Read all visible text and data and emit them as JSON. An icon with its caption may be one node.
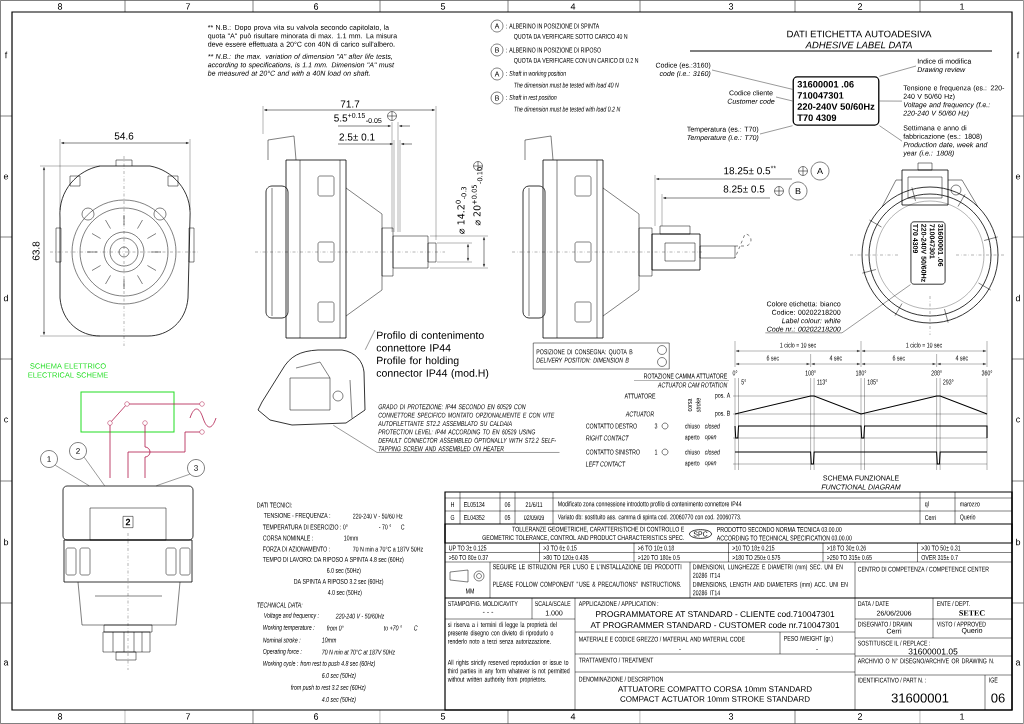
{
  "diagram": {
    "nodes": [
      {
        "text": [
          "31600001 .06",
          "710047301",
          "220-240V 50/60Hz",
          "T70 4309"
        ]
      },
      {
        "text": [
          "Codice (es.:3160)",
          "code (i.e.: 3160)"
        ]
      },
      {
        "text": [
          "Codice cliente",
          "Customer code"
        ]
      },
      {
        "text": [
          "Temperatura (es.: T70)",
          "Temperature (i.e.: T70)"
        ]
      },
      {
        "text": [
          "Indice di modifica",
          "Drawing review"
        ]
      },
      {
        "text": [
          "Tensione e frequenza (es.: 220-240 V 50/60 Hz)",
          "Voltage and frequency (f.e.: 220-240 V 50/60 Hz)"
        ]
      },
      {
        "text": [
          "Settimana e anno di fabbricazione (es.: 1808)",
          "Production date, week and year (i.e.: 1808)"
        ]
      },
      {
        "text": [
          "Colore etichetta: bianco",
          "Codice: 00202218200",
          "Label colour: white",
          "Code nr.: 00202218200"
        ]
      },
      {
        "text": [
          "Profilo di contenimento connettore IP44",
          "Profile for holding connector IP44 (mod.H)"
        ]
      },
      {
        "text": [
          "GRADO DI PROTEZIONE: IP44 SECONDO EN 60529 CON CONNETTORE SPECIFICO MONTATO OPZIONALMENTE E CON VITE AUTOFILETTANTE ST2.2 ASSEMBLATO SU CALDAIA",
          "PROTECTION LEVEL: IP44 ACCORDING TO EN 60529 USING DEFAULT CONNECTOR ASSEMBLED OPTIONALLY WITH ST2.2 SELF-TAPPING SCREW AND ASSEMBLED ON HEATER"
        ]
      },
      {
        "text": [
          "1"
        ]
      },
      {
        "text": [
          "2"
        ]
      },
      {
        "text": [
          "3"
        ]
      },
      {
        "text": [
          "A"
        ],
        "beside": [
          ": ALBERINO IN POSIZIONE DI SPINTA",
          "QUOTA DA VERIFICARE SOTTO CARICO 40 N"
        ]
      },
      {
        "text": [
          "B"
        ],
        "beside": [
          ": ALBERINO IN POSIZIONE DI RIPOSO",
          "QUOTA DA VERIFICARE CON UN CARICO DI 0.2 N"
        ]
      },
      {
        "text": [
          "A"
        ],
        "beside": [
          ": Shaft in working position",
          "The dimension must be tested with load 40 N"
        ]
      },
      {
        "text": [
          "B"
        ],
        "beside": [
          ": Shaft in rest position",
          "The dimension must be tested with load 0.2 N"
        ]
      },
      {
        "text": [
          "A"
        ]
      },
      {
        "text": [
          "B"
        ]
      },
      {
        "text": [
          "POSIZIONE DI CONSEGNA: QUOTA B",
          "DELIVERY POSITION: DIMENSION B"
        ]
      },
      {
        "text": [
          "SPC"
        ]
      },
      {
        "text": [
          "31600001 .06",
          "710047301",
          "220-240V 50/60Hz",
          "T70 4309"
        ]
      },
      {
        "text": [],
        "shape": "picture"
      },
      {
        "text": [],
        "shape": "picture"
      },
      {
        "text": [
          "2"
        ],
        "in": 22
      }
    ],
    "edges": [
      {
        "from": 1,
        "to": 0,
        "arrow": "none"
      },
      {
        "from": 2,
        "to": 0,
        "arrow": "none"
      },
      {
        "from": 3,
        "to": 0,
        "arrow": "none"
      },
      {
        "from": 4,
        "to": 0,
        "arrow": "none"
      },
      {
        "from": 5,
        "to": 0,
        "arrow": "none"
      },
      {
        "from": 6,
        "to": 0,
        "arrow": "none"
      },
      {
        "from": 7,
        "to": 21,
        "arrow": "none"
      },
      {
        "from": 8,
        "to": 23,
        "arrow": "none"
      },
      {
        "from": 9,
        "to": 23,
        "arrow": "none"
      },
      {
        "from": 10,
        "to": 22,
        "arrow": "none"
      },
      {
        "from": 11,
        "to": 22,
        "arrow": "none"
      },
      {
        "from": 12,
        "to": 22,
        "arrow": "none"
      }
    ],
    "labels": [
      "8",
      "7",
      "6",
      "5",
      "4",
      "3",
      "2",
      "1",
      "f",
      "e",
      "d",
      "c",
      "b",
      "a",
      "f",
      "e",
      "d",
      "c",
      "b",
      "a",
      "** N.B.: Dopo prova vita su valvola secondo capitolato, la quota \"A\" può risultare minorata di max. 1.1 mm. La misura deve essere effettuata a 20°C con 40N di carico sull'albero.",
      "** N.B.: the max. variation of dimension \"A\" after life tests, according to specifications, is 1.1 mm. Dimension \"A\" must be measured at 20°C and with a 40N load on shaft.",
      "DATI ETICHETTA AUTOADESIVA",
      "ADHESIVE LABEL DATA",
      "71.7",
      "5.5$^{+0.15}$$_{-0.05}$",
      "54.6",
      "2.5± 0.1",
      "⌀ 14.2$^{0}$$_{-0.3}$",
      "⌀ 20$^{+0.05}$$_{-0.10}$",
      "18.25± 0.5$^{**}$",
      "8.25± 0.5",
      "63.8",
      "1 ciclo = 10 sec",
      "1 ciclo = 10 sec",
      "6 sec",
      "4 sec",
      "6 sec",
      "4 sec",
      "SCHEMA ELETTRICO",
      "ELECTRICAL SCHEME",
      "ROTAZIONE CAMMA ATTUATORE",
      "0°",
      "108°",
      "180°",
      "288°",
      "360°",
      "ACTUATOR CAM ROTATION",
      "5°",
      "113°",
      "185°",
      "293°",
      "ATTUATORE",
      "corsa",
      "stroke",
      "pos. A",
      "ACTUATOR",
      "pos. B",
      "CONTATTO DESTRO",
      "3",
      "chiuso",
      "closed",
      "RIGHT CONTACT",
      "aperto",
      "open",
      "CONTATTO SINISTRO",
      "1",
      "chiuso",
      "closed",
      "LEFT CONTACT",
      "aperto",
      "open",
      "SCHEMA FUNZIONALE",
      "FUNCTIONAL DIAGRAM",
      "DATI TECNICI:",
      "TENSIONE - FREQUENZA :",
      "220-240 V - 50/60 Hz",
      "TEMPERATURA DI ESERCIZIO : 0°",
      "- 70 °",
      "C",
      "CORSA NOMINALE :",
      "10mm",
      "FORZA DI AZIONAMENTO :",
      "70 N min a 70°C a 187V 50Hz",
      "TEMPO DI LAVORO: DA RIPOSO A SPINTA 4.8 sec (60Hz)",
      "6.0 sec (50Hz)",
      "DA SPINTA A RIPOSO 3.2 sec (60Hz)",
      "4.0 sec (50Hz)",
      "TECHNICAL DATA:",
      "Voltage and frequency :",
      "220-240 V - 50/60Hz",
      "Working temperature :",
      "from 0°",
      "to +70 °",
      "C",
      "Nominal stroke :",
      "10mm",
      "Operating force :",
      "70 N min at 70°C at 187V 50Hz",
      "Working cycle : from rest to push 4.8 sec (60Hz)",
      "6.0 sec (50Hz)",
      "from push to rest 3.2 sec (60Hz)",
      "4.0 sec (50Hz)",
      "H",
      "EL05134",
      "06",
      "21/6/11",
      "Modificato zona connessione introdotto profilo di contenimento connettore IP44",
      "ql",
      "marozzo",
      "G",
      "EL04352",
      "05",
      "02/09/09",
      "Variato db: sostituito ass. camma di spinta cod. 20060770 con cod. 20060773.",
      "Cerri",
      "Querio",
      "TOLLERANZE GEOMETRICHE, CARATTERISTICHE DI CONTROLLO E",
      "PRODOTTO SECONDO NORMA TECNICA 03.00.00",
      "GEOMETRIC TOLERANCE, CONTROL AND PRODUCT CHARACTERISTICS SPEC.",
      "ACCORDING TO TECHNICAL SPECIFICATION 03.00.00",
      "UP TO 3± 0.125",
      ">3 TO 6± 0.15",
      ">6 TO 10± 0.18",
      ">10 TO 18± 0.215",
      ">18 TO 30± 0.26",
      ">30 TO 50± 0.31",
      ">50 TO 80± 0.37",
      ">80 TO 120± 0.435",
      ">120 TO 180± 0.5",
      ">180 TO 250± 0.575",
      ">250 TO 315± 0.65",
      "OVER 315± 0.7",
      "SEGUIRE LE ISTRUZIONI PER L'USO E L'INSTALLAZIONE DEI PRODOTTI",
      "DIMENSIONI, LUNGHEZZE E DIAMETRI (mm) SEC. UNI EN 20286 IT14",
      "CENTRO DI COMPETENZA / COMPETENCE CENTER",
      "MM",
      "PLEASE FOLLOW COMPONENT \"USE & PRECAUTIONS\" INSTRUCTIONS.",
      "DIMENSIONS, LENGTH AND DIAMETERS (mm) ACC. UNI EN 20286 IT14",
      "STAMPO/FIG. MOLD/CAVITY",
      "SCALA/SCALE",
      "APPLICAZIONE / APPLICATION :",
      "DATA / DATE",
      "ENTE / DEPT.",
      "- - -",
      "1.000",
      "PROGRAMMATORE AT STANDARD - CLIENTE cod.710047301",
      "26/06/2006",
      "SETEC",
      "si riserva a i termini di legge la proprietà del presente disegno con divieto di riprodurlo o renderlo noto a terzi senza autorizzazione.",
      "AT PROGRAMMER STANDARD - CUSTOMER code nr.710047301",
      "DISEGNATO / DRAWN",
      "VISTO / APPROVED",
      "Cerri",
      "Querio",
      "MATERIALE E CODICE GREZZO / MATERIAL AND MATERIAL CODE",
      "PESO /WEIGHT (gr.)",
      "SOSTITUISCE IL / REPLACE :",
      "-",
      "-",
      "31600001.05",
      "All rights strictly reserved reproduction or issue to third parties in any form whatever is not permitted without written authority from proprietors.",
      "TRATTAMENTO / TREATMENT",
      "ARCHIVIO O N° DISEGNO/ARCHIVE OR DRAWING N.",
      "DENOMINAZIONE / DESCRIPTION",
      "IDENTIFICATIVO / PART N. :",
      "IGE",
      "ATTUATORE COMPATTO CORSA 10mm STANDARD",
      "COMPACT ACTUATOR 10mm STROKE STANDARD",
      "31600001",
      "06",
      "8",
      "7",
      "6",
      "5",
      "4",
      "3",
      "2",
      "1"
    ]
  }
}
